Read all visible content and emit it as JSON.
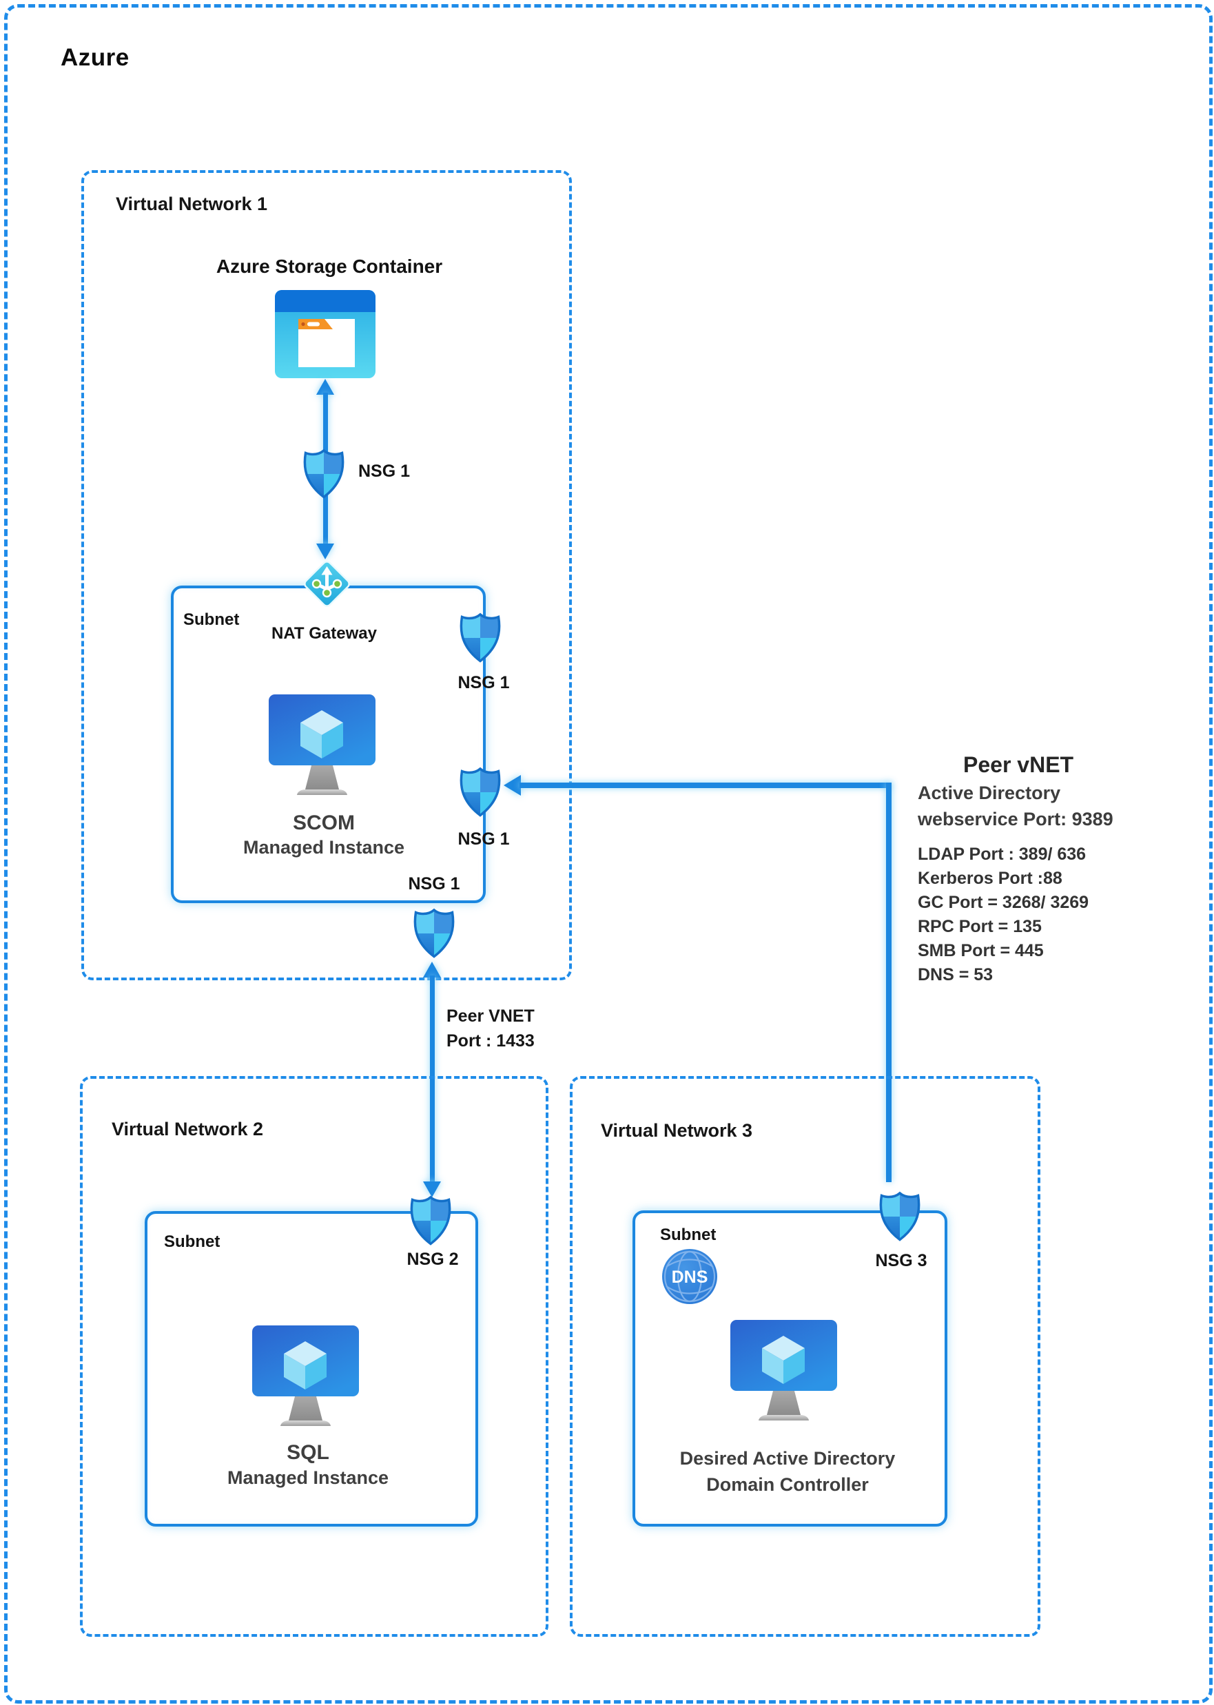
{
  "title": "Azure",
  "vnet1": {
    "label": "Virtual Network 1",
    "storage_label": "Azure Storage Container",
    "nsg_storage_label": "NSG 1",
    "subnet": {
      "label": "Subnet",
      "nat_label": "NAT Gateway",
      "nsg_right_top_label": "NSG 1",
      "nsg_right_mid_label": "NSG 1",
      "nsg_bottom_label": "NSG 1",
      "vm_title": "SCOM",
      "vm_subtitle": "Managed Instance"
    }
  },
  "peer_link_sql": {
    "line1": "Peer VNET",
    "line2": "Port : 1433"
  },
  "peer_note": {
    "heading": "Peer vNET",
    "line1": "Active Directory",
    "line2": "webservice Port: 9389",
    "ports": [
      "LDAP Port : 389/ 636",
      "Kerberos Port :88",
      "GC Port = 3268/ 3269",
      "RPC Port = 135",
      "SMB Port = 445",
      "DNS = 53"
    ]
  },
  "vnet2": {
    "label": "Virtual Network 2",
    "nsg_label": "NSG 2",
    "subnet": {
      "label": "Subnet",
      "vm_title": "SQL",
      "vm_subtitle": "Managed Instance"
    }
  },
  "vnet3": {
    "label": "Virtual Network 3",
    "nsg_label": "NSG 3",
    "subnet": {
      "label": "Subnet",
      "dns_label": "DNS",
      "vm_title": "Desired Active Directory",
      "vm_subtitle": "Domain Controller"
    }
  },
  "colors": {
    "accent_blue": "#1b87e0",
    "dashed_border": "#1f8ce9",
    "shield_light": "#5ecdf5",
    "shield_mid": "#3c92e0",
    "nat_cyan": "#2fb9e4",
    "storage_band": "#0e72d8",
    "folder_tab_orange": "#f59426",
    "dot_green": "#7dc142",
    "text_dark": "#3f3f3f"
  }
}
